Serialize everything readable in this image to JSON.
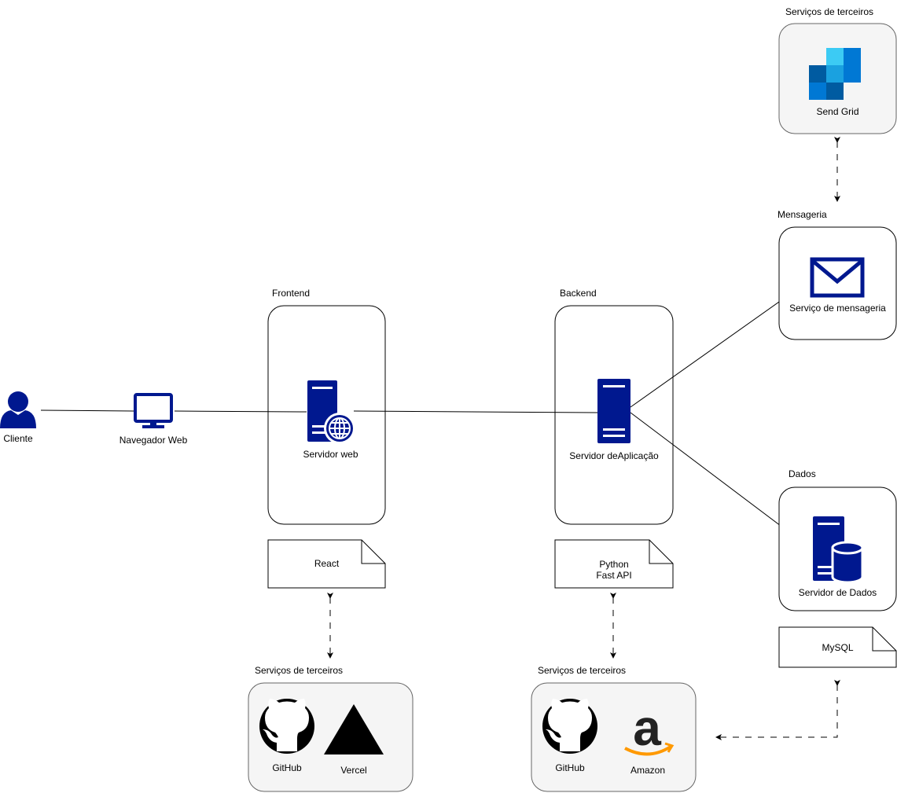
{
  "nodes": {
    "cliente": "Cliente",
    "navegador": "Navegador Web",
    "servidor_web": "Servidor web",
    "servidor_aplicacao": "Servidor deAplicação",
    "servico_mensageria": "Serviço de mensageria",
    "servidor_dados": "Servidor de Dados",
    "send_grid": "Send Grid"
  },
  "groups": {
    "frontend": "Frontend",
    "backend": "Backend",
    "mensageria": "Mensageria",
    "dados": "Dados",
    "terceiros_top": "Serviços de terceiros",
    "terceiros_front": "Serviços de terceiros",
    "terceiros_back": "Serviços de terceiros"
  },
  "notes": {
    "react": "React",
    "python": "Python",
    "fastapi": "Fast API",
    "mysql": "MySQL"
  },
  "third_party": {
    "github_front": "GitHub",
    "vercel": "Vercel",
    "github_back": "GitHub",
    "amazon": "Amazon"
  },
  "colors": {
    "icon_blue": "#00188F",
    "sendgrid_dark": "#005BA1",
    "sendgrid_mid": "#0078D4",
    "sendgrid_light": "#3CCBF4",
    "box_gray": "#f5f5f5",
    "amazon_orange": "#FF9900"
  }
}
